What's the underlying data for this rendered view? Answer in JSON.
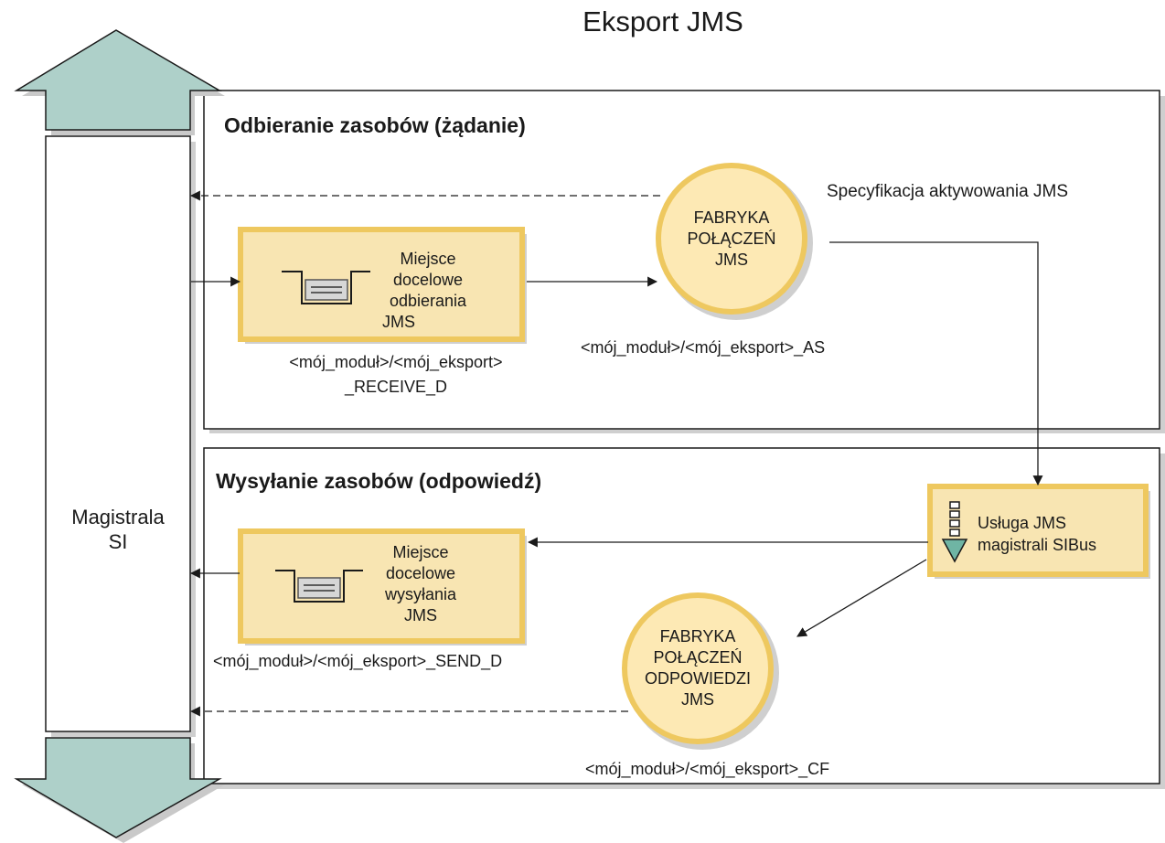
{
  "title": "Eksport JMS",
  "bus": {
    "label_line1": "Magistrala",
    "label_line2": "SI"
  },
  "request_panel": {
    "title": "Odbieranie zasobów (żądanie)",
    "activation_spec_label": "Specyfikacja aktywowania JMS",
    "destination": {
      "lines": [
        "Miejsce",
        "docelowe",
        "odbierania",
        "JMS"
      ],
      "name_line1": "<mój_moduł>/<mój_eksport>",
      "name_line2": "_RECEIVE_D"
    },
    "factory": {
      "lines": [
        "FABRYKA",
        "POŁĄCZEŃ",
        "JMS"
      ],
      "name": "<mój_moduł>/<mój_eksport>_AS"
    }
  },
  "response_panel": {
    "title": "Wysyłanie zasobów (odpowiedź)",
    "destination": {
      "lines": [
        "Miejsce",
        "docelowe",
        "wysyłania",
        "JMS"
      ],
      "name": "<mój_moduł>/<mój_eksport>_SEND_D"
    },
    "factory": {
      "lines": [
        "FABRYKA",
        "POŁĄCZEŃ",
        "ODPOWIEDZI",
        "JMS"
      ],
      "name": "<mój_moduł>/<mój_eksport>_CF"
    }
  },
  "sibus_service": {
    "line1": "Usługa JMS",
    "line2": "magistrali SIBus"
  },
  "colors": {
    "arrow_fill": "#aed0c9",
    "box_fill": "#f8e5b2",
    "box_border": "#eec85f",
    "circle_fill": "#fde9b4",
    "circle_ring": "#eec85f",
    "shadow": "#c8c8c8",
    "line": "#1a1a1a"
  }
}
